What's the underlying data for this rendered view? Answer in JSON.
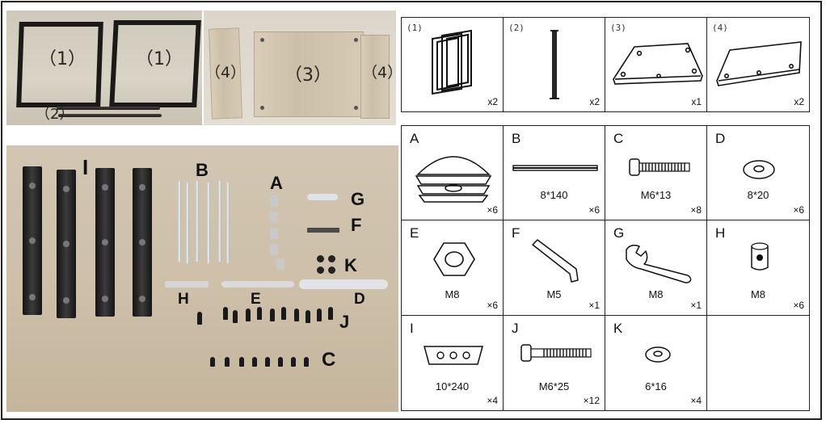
{
  "photos": {
    "top_left": {
      "frame_label_1": "（1）",
      "frame_label_2": "（1）",
      "rod_label": "（2）"
    },
    "top_right": {
      "left_board_label": "（4）",
      "center_board_label": "（3）",
      "right_board_label": "（4）"
    },
    "hardware": {
      "labels": {
        "I": "I",
        "B": "B",
        "A": "A",
        "G": "G",
        "F": "F",
        "K": "K",
        "H": "H",
        "E": "E",
        "D": "D",
        "J": "J",
        "C": "C"
      }
    }
  },
  "panels": [
    {
      "tag": "(1)",
      "qty": "x2",
      "icon": "frame-icon"
    },
    {
      "tag": "(2)",
      "qty": "x2",
      "icon": "rod-icon"
    },
    {
      "tag": "(3)",
      "qty": "x1",
      "icon": "top-board-icon"
    },
    {
      "tag": "(4)",
      "qty": "x2",
      "icon": "side-board-icon"
    }
  ],
  "parts": [
    {
      "letter": "A",
      "spec": "",
      "qty": "×6",
      "icon": "corner-bracket-icon"
    },
    {
      "letter": "B",
      "spec": "8*140",
      "qty": "×6",
      "icon": "threaded-rod-icon"
    },
    {
      "letter": "C",
      "spec": "M6*13",
      "qty": "×8",
      "icon": "short-screw-icon"
    },
    {
      "letter": "D",
      "spec": "8*20",
      "qty": "×6",
      "icon": "large-washer-icon"
    },
    {
      "letter": "E",
      "spec": "M8",
      "qty": "×6",
      "icon": "hex-nut-icon"
    },
    {
      "letter": "F",
      "spec": "M5",
      "qty": "×1",
      "icon": "allen-key-icon"
    },
    {
      "letter": "G",
      "spec": "M8",
      "qty": "×1",
      "icon": "wrench-icon"
    },
    {
      "letter": "H",
      "spec": "M8",
      "qty": "×6",
      "icon": "barrel-nut-icon"
    },
    {
      "letter": "I",
      "spec": "10*240",
      "qty": "×4",
      "icon": "flat-bar-icon"
    },
    {
      "letter": "J",
      "spec": "M6*25",
      "qty": "×12",
      "icon": "long-screw-icon"
    },
    {
      "letter": "K",
      "spec": "6*16",
      "qty": "×4",
      "icon": "small-washer-icon"
    },
    {
      "letter": "",
      "spec": "",
      "qty": "",
      "icon": ""
    }
  ]
}
